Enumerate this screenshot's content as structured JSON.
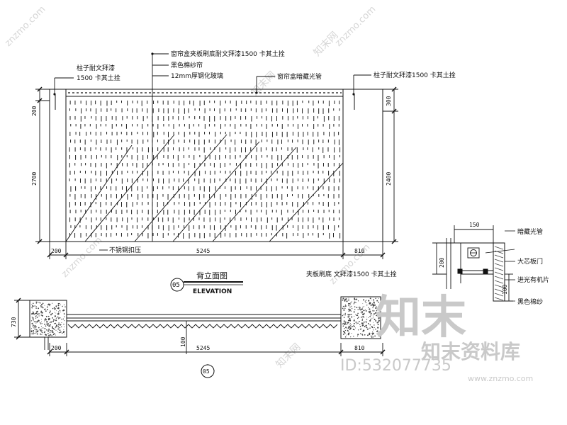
{
  "annotations": {
    "top_1": "窗帘盒夹板刷底耐文拜漆1500 卡其土拴",
    "top_2": "黑色棉纱帘",
    "top_3": "12mm厚钢化玻璃",
    "top_4": "窗帘盒暗藏光管",
    "left_1": "柱子耐文拜漆",
    "left_2": "1500 卡其土拴",
    "right_1": "柱子耐文拜漆1500 卡其土拴",
    "bottom_left": "不锈钢扣压",
    "detail_1": "暗藏光管",
    "detail_2": "大芯板门",
    "detail_3": "进光有机片",
    "detail_4": "黑色棉纱",
    "detail_left": "夹板刷底 文拜漆1500 卡其土拴"
  },
  "dimensions": {
    "left_top": "200",
    "left_height": "2700",
    "right_top": "300",
    "right_height": "2400",
    "bottom_left": "200",
    "bottom_mid": "5245",
    "bottom_right": "810",
    "plan_left": "200",
    "plan_mid": "5245",
    "plan_right": "810",
    "plan_height": "730",
    "plan_small": "100",
    "detail_width": "150",
    "detail_height": "200",
    "detail_bottom": "100"
  },
  "title": {
    "number": "05",
    "chinese": "背立面图",
    "english": "ELEVATION",
    "section_mark": "05"
  },
  "watermark": {
    "logo": "知末",
    "name": "知末资料库",
    "id_label": "ID:532077735",
    "url": "www.znzmo.com",
    "diag_1": "znzmo.com",
    "diag_2": "知末网"
  }
}
